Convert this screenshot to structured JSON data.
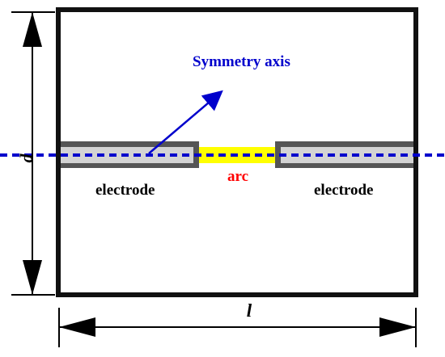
{
  "labels": {
    "symmetry_axis": "Symmetry axis",
    "electrode_left": "electrode",
    "electrode_right": "electrode",
    "arc": "arc",
    "height_dimension": "d",
    "length_dimension": "l"
  },
  "colors": {
    "frame": "#111111",
    "electrode_fill": "#d3d3d3",
    "electrode_border": "#555555",
    "arc_fill": "#ffff00",
    "axis": "#0000cc",
    "arc_text": "#ff0000",
    "text": "#000000"
  }
}
